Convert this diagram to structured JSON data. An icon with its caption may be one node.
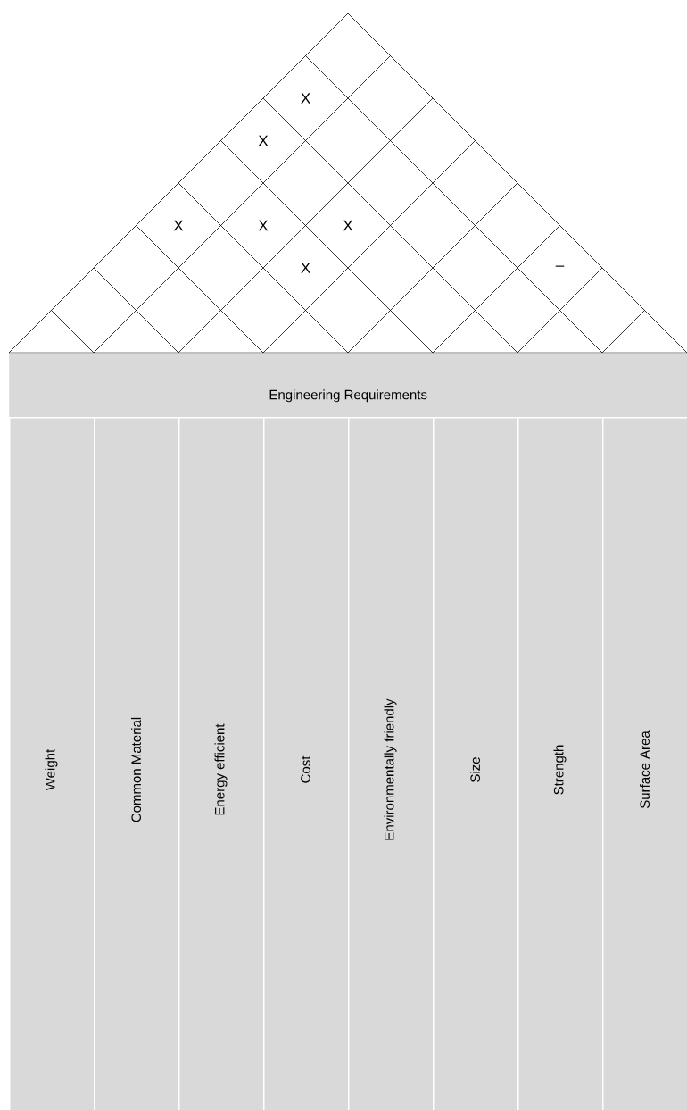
{
  "diagram": {
    "nodes": [
      {
        "text": [
          "Engineering Requirements"
        ]
      },
      {
        "text": [
          "Weight"
        ]
      },
      {
        "text": [
          "Common Material"
        ]
      },
      {
        "text": [
          "Energy efficient"
        ]
      },
      {
        "text": [
          "Cost"
        ]
      },
      {
        "text": [
          "Environmentally friendly"
        ]
      },
      {
        "text": [
          "Size"
        ]
      },
      {
        "text": [
          "Strength"
        ]
      },
      {
        "text": [
          "Surface Area"
        ]
      }
    ],
    "labels": [
      "X",
      "X",
      "X",
      "X",
      "X",
      "X",
      "–"
    ]
  }
}
